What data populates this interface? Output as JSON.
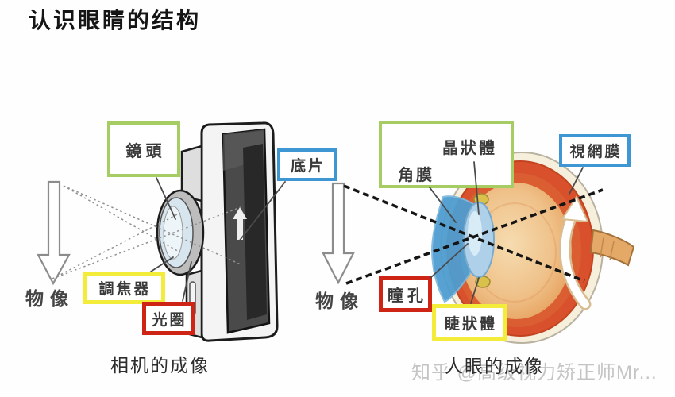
{
  "title": "认识眼睛的结构",
  "camera": {
    "labels": {
      "lens": "鏡頭",
      "film": "底片",
      "focuser": "調焦器",
      "aperture": "光圈",
      "object": "物像"
    },
    "caption": "相机的成像"
  },
  "eye": {
    "labels": {
      "crystalline_lens": "晶狀體",
      "cornea": "角膜",
      "retina": "視網膜",
      "pupil": "瞳孔",
      "ciliary_body": "睫狀體",
      "object": "物像"
    },
    "caption": "人眼的成像"
  },
  "watermark": "知乎 @高级视力矫正师Mr...",
  "colors": {
    "box_green": "#a5cd63",
    "box_blue": "#3e97d3",
    "box_yellow": "#f3ec3b",
    "box_red": "#cd2416",
    "eyeball_red": "#d8512c",
    "vitreous_peach": "#f2cf9f",
    "cornea_blue": "#4f9dd1",
    "lens_blue": "#aed1e9",
    "optic_nerve_tan": "#e5a967",
    "watermark_gray": "#c4c4c4"
  }
}
